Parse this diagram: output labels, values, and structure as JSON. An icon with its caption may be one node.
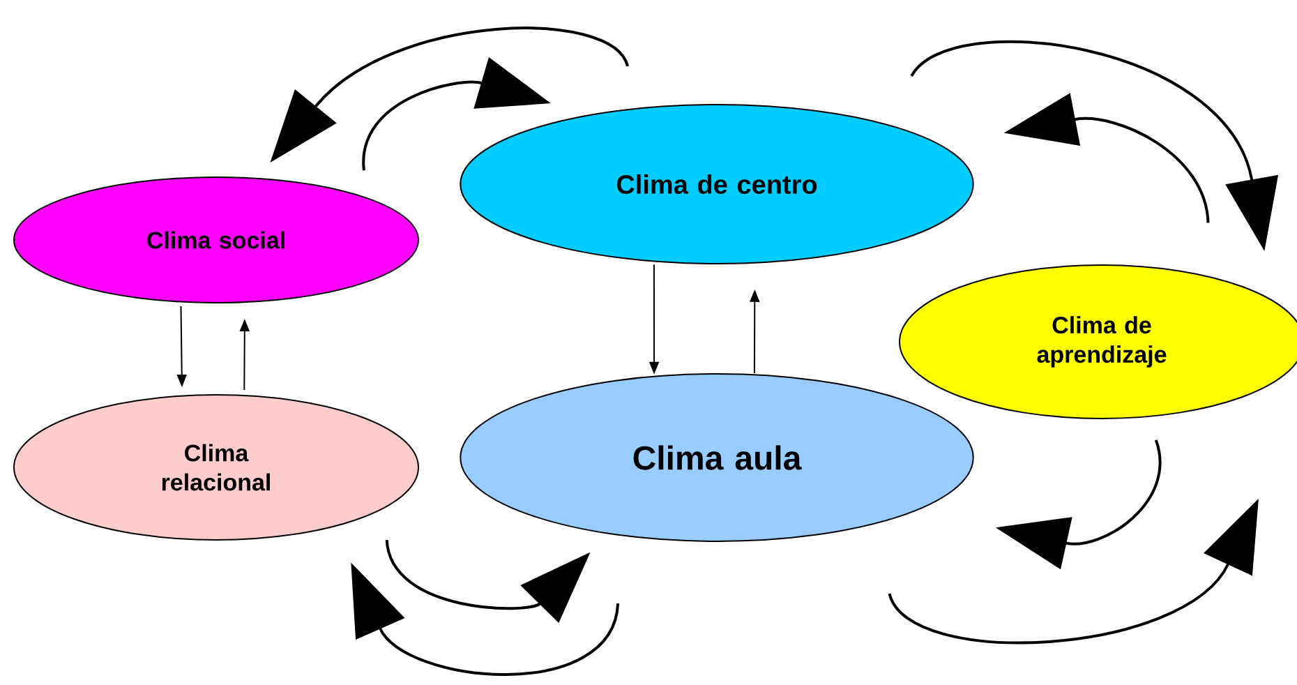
{
  "diagram": {
    "nodes": [
      {
        "text": [
          "Clima social"
        ]
      },
      {
        "text": [
          "Clima de centro"
        ]
      },
      {
        "text": [
          "Clima de aprendizaje"
        ]
      },
      {
        "text": [
          "Clima relacional"
        ]
      },
      {
        "text": [
          "Clima aula"
        ]
      }
    ],
    "edges": [
      {
        "from": 0,
        "to": 3,
        "arrow": "to"
      },
      {
        "from": 3,
        "to": 0,
        "arrow": "to"
      },
      {
        "from": 1,
        "to": 4,
        "arrow": "to"
      },
      {
        "from": 4,
        "to": 1,
        "arrow": "to"
      },
      {
        "from": 1,
        "to": 0,
        "arrow": "to"
      },
      {
        "from": 0,
        "to": 1,
        "arrow": "to"
      },
      {
        "from": 1,
        "to": 2,
        "arrow": "to"
      },
      {
        "from": 2,
        "to": 1,
        "arrow": "to"
      },
      {
        "from": 2,
        "to": 4,
        "arrow": "to"
      },
      {
        "from": 4,
        "to": 2,
        "arrow": "to"
      },
      {
        "from": 3,
        "to": 4,
        "arrow": "to"
      },
      {
        "from": 4,
        "to": 3,
        "arrow": "to"
      }
    ]
  }
}
